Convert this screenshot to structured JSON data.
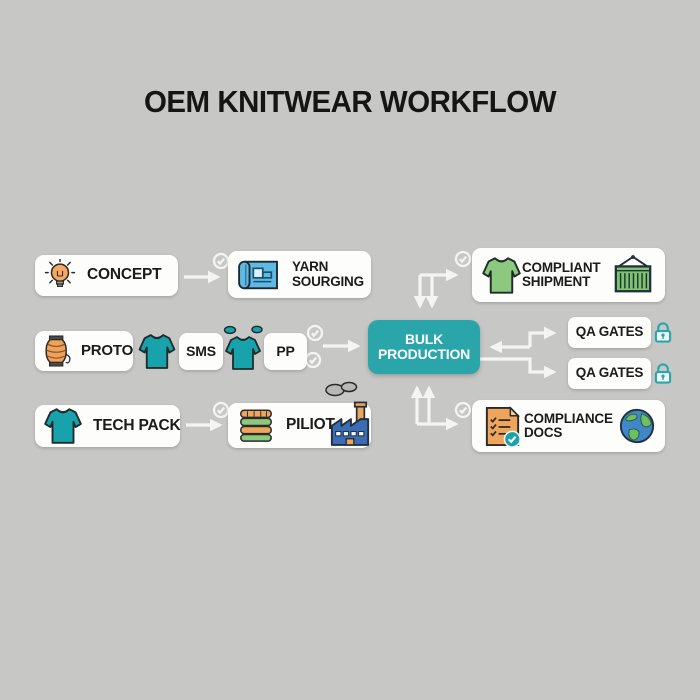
{
  "title": "OEM KNITWEAR WORKFLOW",
  "nodes": {
    "concept": {
      "label": "CONCEPT"
    },
    "yarn_sourcing": {
      "label": "YARN SOURGING"
    },
    "proto": {
      "label": "PROTO"
    },
    "sms": {
      "label": "SMS"
    },
    "pp": {
      "label": "PP"
    },
    "bulk_production": {
      "label": "BULK PRODUCTION"
    },
    "tech_pack": {
      "label": "TECH PACK"
    },
    "pilot": {
      "label": "PILIOT"
    },
    "compliant_shipment": {
      "label": "COMPLIANT SHIPMENT"
    },
    "qa_gates_top": {
      "label": "QA GATES"
    },
    "qa_gates_bottom": {
      "label": "QA GATES"
    },
    "compliance_docs": {
      "label": "COMPLIANCE DOCS"
    }
  },
  "icons": {
    "concept": "lightbulb-icon",
    "yarn_sourcing": "blueprint-icon",
    "proto": "yarn-spool-icon",
    "between_proto_sms": "sweater-icon",
    "between_sms_pp": "sweater-steam-icon",
    "tech_pack": "sweater-icon",
    "pilot": [
      "fabric-stack-icon",
      "factory-icon",
      "smoke-icon"
    ],
    "compliant_shipment": [
      "green-sweater-icon",
      "shipping-container-icon"
    ],
    "qa_gates": "lock-icon",
    "compliance_docs": [
      "checklist-doc-icon",
      "globe-icon"
    ],
    "connector_badge": "check-circle-icon"
  },
  "colors": {
    "background": "#c7c7c5",
    "node_fill": "#fdfdfb",
    "accent_teal": "#2aa6ab",
    "sweater_teal": "#18a2ab",
    "green": "#8cc87d",
    "container_green": "#7cc56e",
    "orange": "#f0a55c",
    "factory_blue": "#3a6db5",
    "blueprint_blue": "#5fb9e2",
    "lock_teal": "#2aa5ad",
    "arrow": "#f4f4f2",
    "text": "#1b1b1b"
  }
}
